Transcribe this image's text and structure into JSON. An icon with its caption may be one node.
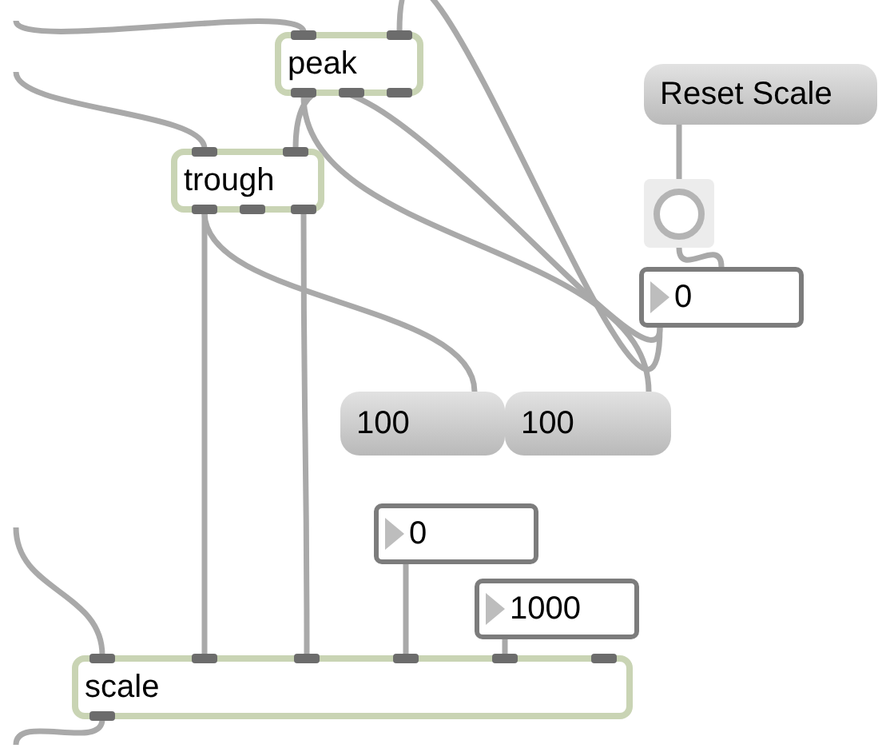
{
  "diagram": {
    "nodes": [
      {
        "text": [
          "peak"
        ]
      },
      {
        "text": [
          "Reset Scale"
        ]
      },
      {
        "text": [
          "trough"
        ]
      },
      {
        "text": [],
        "shape": "circle"
      },
      {
        "text": [
          "0"
        ]
      },
      {
        "text": [
          "100"
        ]
      },
      {
        "text": [
          "100"
        ]
      },
      {
        "text": [
          "0"
        ]
      },
      {
        "text": [
          "1000"
        ]
      },
      {
        "text": [
          "scale"
        ]
      }
    ],
    "edges": [
      {
        "from": null,
        "to": 0,
        "arrow": "none"
      },
      {
        "from": null,
        "to": 2,
        "arrow": "none"
      },
      {
        "from": 1,
        "to": 3,
        "arrow": "none"
      },
      {
        "from": 3,
        "to": 4,
        "arrow": "none"
      },
      {
        "from": 4,
        "to": 0,
        "arrow": "none"
      },
      {
        "from": 4,
        "to": 2,
        "arrow": "none"
      },
      {
        "from": 0,
        "to": 6,
        "arrow": "none"
      },
      {
        "from": 2,
        "to": 5,
        "arrow": "none"
      },
      {
        "from": 2,
        "to": 9,
        "arrow": "none"
      },
      {
        "from": 2,
        "to": 9,
        "arrow": "none"
      },
      {
        "from": 7,
        "to": 9,
        "arrow": "none"
      },
      {
        "from": 8,
        "to": 9,
        "arrow": "none"
      },
      {
        "from": null,
        "to": 9,
        "arrow": "none"
      },
      {
        "from": 9,
        "to": null,
        "arrow": "none"
      }
    ]
  }
}
